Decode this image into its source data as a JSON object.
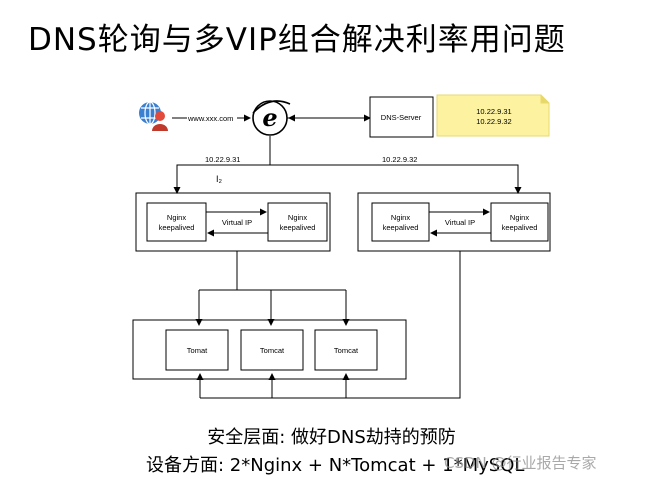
{
  "title": "DNS轮询与多VIP组合解决利率用问题",
  "client": {
    "url_label": "www.xxx.com"
  },
  "dns": {
    "server_label": "DNS-Server",
    "note_lines": [
      "10.22.9.31",
      "10.22.9.32"
    ]
  },
  "links": {
    "left_ip": "10.22.9.31",
    "right_ip": "10.22.9.32"
  },
  "clusters": [
    {
      "nginx_a": "Nginx\nkeepalived",
      "nginx_b": "Nginx\nkeepalived",
      "vip": "Virtual IP"
    },
    {
      "nginx_a": "Nginx\nkeepalived",
      "nginx_b": "Nginx\nkeepalived",
      "vip": "Virtual IP"
    }
  ],
  "tomcats": [
    "Tomat",
    "Tomcat",
    "Tomcat"
  ],
  "captions": {
    "security": "安全层面: 做好DNS劫持的预防",
    "equipment": "设备方面: 2*Nginx + N*Tomcat + 1*MySQL"
  },
  "watermark": "CSDN @行业报告专家",
  "colors": {
    "note_fill": "#fcf2a0",
    "ie_blue": "#1f8ad6"
  }
}
